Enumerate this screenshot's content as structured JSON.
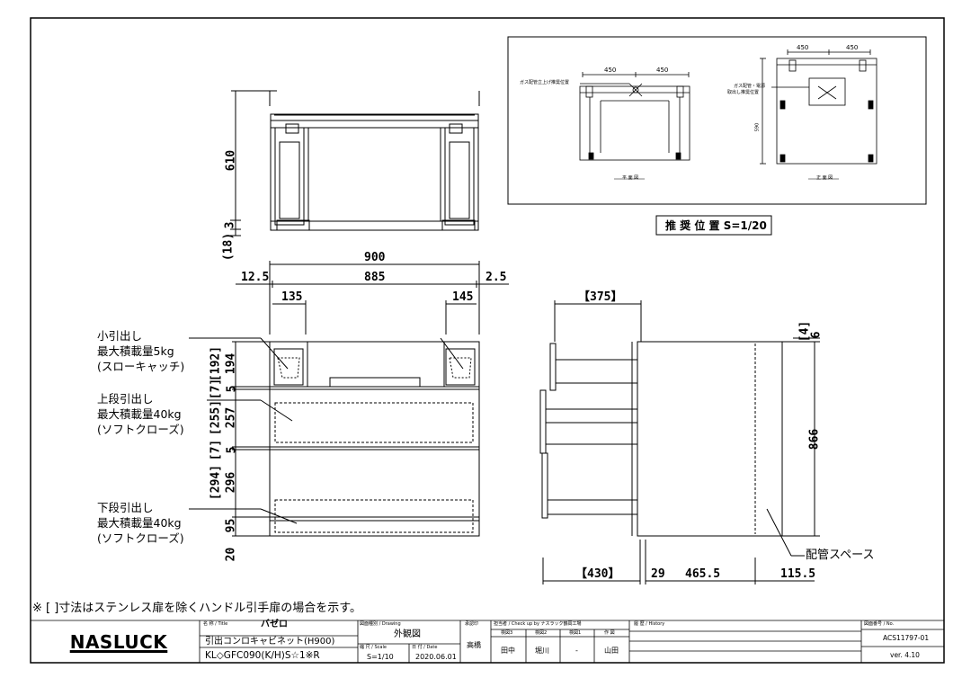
{
  "inset": {
    "plan_left_dim": "450",
    "plan_right_dim": "450",
    "plan_label": "ガス配管立上げ推奨位置",
    "plan_title": "平 面 図",
    "front_left_dim": "450",
    "front_right_dim": "450",
    "front_label_line1": "ガス配管・電源",
    "front_label_line2": "取出し推奨位置",
    "front_height_dim": "590",
    "front_title": "正 面 図",
    "caption": "推 奨 位 置 S=1/20"
  },
  "top_view": {
    "dim_610": "610",
    "dim_3": "3",
    "dim_18": "(18)"
  },
  "front_view": {
    "dim_900": "900",
    "dim_885": "885",
    "dim_12_5": "12.5",
    "dim_2_5": "2.5",
    "dim_135": "135",
    "dim_145": "145",
    "dim_192": "[192]",
    "dim_194": "194",
    "dim_7a": "[7]",
    "dim_5a": "5",
    "dim_255": "[255]",
    "dim_257": "257",
    "dim_7b": "[7]",
    "dim_5b": "5",
    "dim_294": "[294]",
    "dim_296": "296",
    "dim_95": "95",
    "dim_20": "20"
  },
  "callouts": {
    "small_drawer": [
      "小引出し",
      "最大積載量5kg",
      "(スローキャッチ)"
    ],
    "upper_drawer": [
      "上段引出し",
      "最大積載量40kg",
      "(ソフトクローズ)"
    ],
    "lower_drawer": [
      "下段引出し",
      "最大積載量40kg",
      "(ソフトクローズ)"
    ],
    "pipe_space": "配管スペース"
  },
  "side_view": {
    "dim_375": "【375】",
    "dim_430": "【430】",
    "dim_29": "29",
    "dim_465_5": "465.5",
    "dim_115_5": "115.5",
    "dim_866": "866",
    "dim_4": "[4]",
    "dim_6": "6"
  },
  "note": "※ [ ]寸法はステンレス扉を除くハンドル引手扉の場合を示す。",
  "title_block": {
    "logo": "NASLUCK",
    "name_caption": "名 称 / Title",
    "name": "バゼロ",
    "product": "引出コンロキャビネット(H900)",
    "model": "KL◇GFC090(K/H)S☆1※R",
    "drawing_caption": "図面種別 / Drawing",
    "drawing": "外観図",
    "scale_caption": "縮 尺 / Scale",
    "scale": "S=1/10",
    "date_caption": "日 付 / Date",
    "date": "2020.06.01",
    "approve_caption": "承認印",
    "approver": "高橋",
    "check_caption": "担当者 / Check up by ナスラック鶴岡工場",
    "check_cols": [
      "検図3",
      "検図2",
      "検図1",
      "作 図"
    ],
    "check_names": [
      "田中",
      "堀川",
      "-",
      "山田"
    ],
    "history_caption": "履 歴 / History",
    "number_caption": "図面番号 / No.",
    "number": "ACS11797-01",
    "version": "ver. 4.10"
  }
}
